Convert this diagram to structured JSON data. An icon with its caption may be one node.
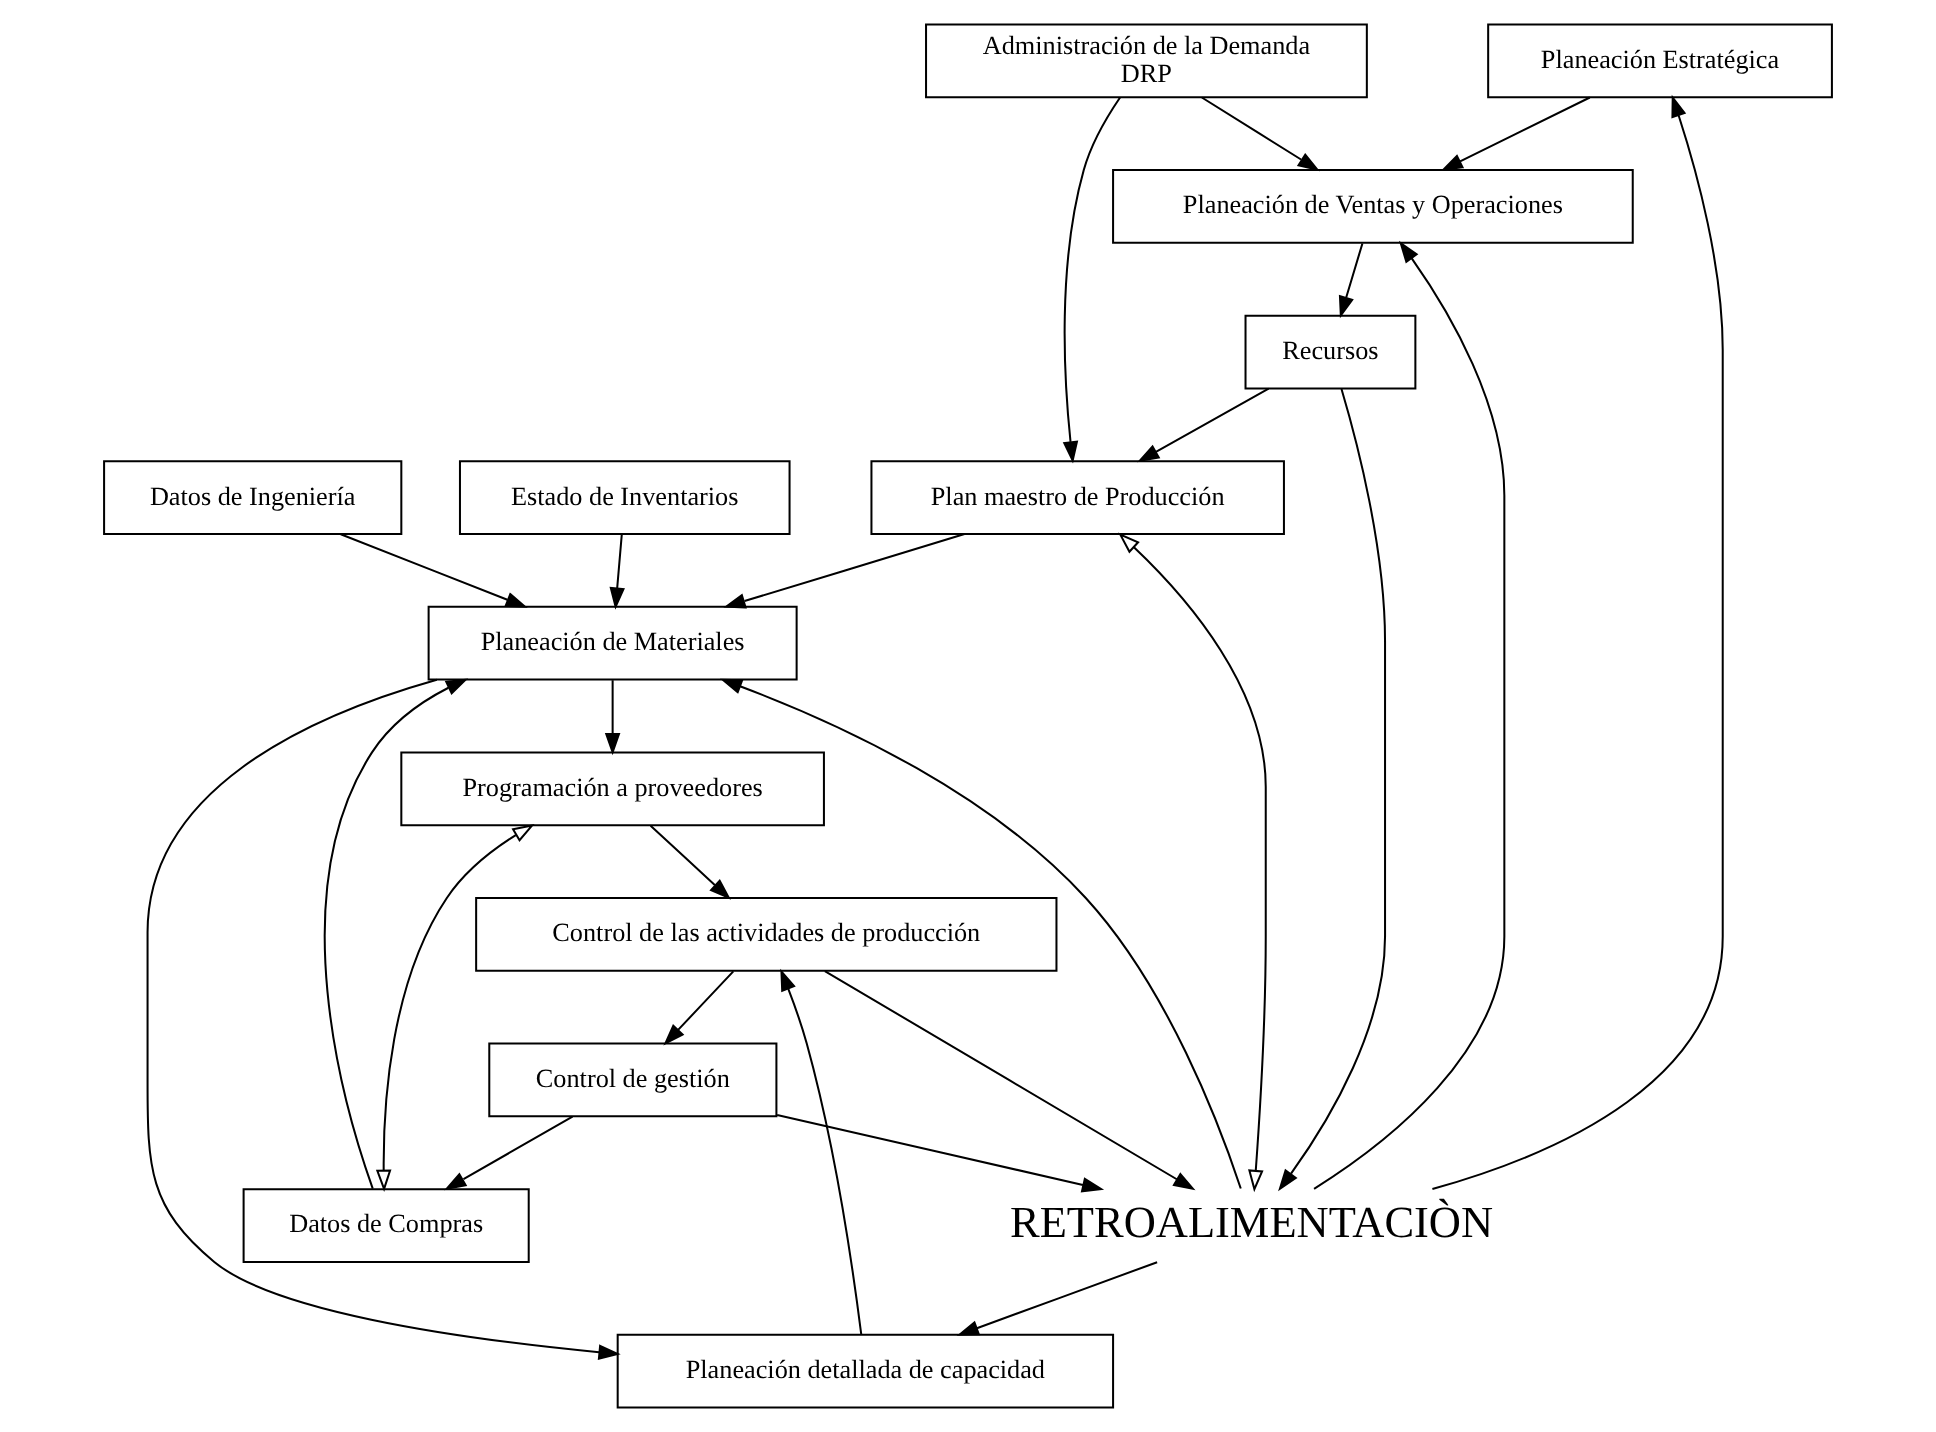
{
  "diagram": {
    "nodes": [
      {
        "text": [
          "Planeación Estratégica"
        ]
      },
      {
        "text": [
          "Administración de la Demanda",
          "DRP"
        ]
      },
      {
        "text": [
          "Planeación de Ventas y Operaciones"
        ]
      },
      {
        "text": [
          "Recursos"
        ]
      },
      {
        "text": [
          "Datos de Ingeniería"
        ]
      },
      {
        "text": [
          "Estado de Inventarios"
        ]
      },
      {
        "text": [
          "Plan maestro de Producción"
        ]
      },
      {
        "text": [
          "Planeación de Materiales"
        ]
      },
      {
        "text": [
          "Datos de Compras"
        ]
      },
      {
        "text": [
          "Programación a proveedores"
        ]
      },
      {
        "text": [
          "Planeación detallada de capacidad"
        ]
      },
      {
        "text": [
          "Control de las actividades de producción"
        ]
      },
      {
        "text": [
          "Control de gestión"
        ]
      },
      {
        "text": [
          "RETROALIMENTACIÒN"
        ]
      }
    ],
    "edges": [
      {
        "from": 0,
        "to": 2,
        "arrow": "to"
      },
      {
        "from": 1,
        "to": 2,
        "arrow": "to"
      },
      {
        "from": 1,
        "to": 6,
        "arrow": "to"
      },
      {
        "from": 2,
        "to": 3,
        "arrow": "to"
      },
      {
        "from": 3,
        "to": 6,
        "arrow": "to"
      },
      {
        "from": 3,
        "to": 13,
        "arrow": "to"
      },
      {
        "from": 13,
        "to": 0,
        "arrow": "to"
      },
      {
        "from": 13,
        "to": 2,
        "arrow": "to"
      },
      {
        "from": 6,
        "to": 7,
        "arrow": "to"
      },
      {
        "from": 6,
        "to": 13,
        "arrow": "both"
      },
      {
        "from": 4,
        "to": 7,
        "arrow": "to"
      },
      {
        "from": 5,
        "to": 7,
        "arrow": "to"
      },
      {
        "from": 8,
        "to": 7,
        "arrow": "to"
      },
      {
        "from": 13,
        "to": 7,
        "arrow": "to"
      },
      {
        "from": 7,
        "to": 9,
        "arrow": "to"
      },
      {
        "from": 7,
        "to": 10,
        "arrow": "to"
      },
      {
        "from": 13,
        "to": 10,
        "arrow": "to"
      },
      {
        "from": 8,
        "to": 9,
        "arrow": "both"
      },
      {
        "from": 9,
        "to": 11,
        "arrow": "to"
      },
      {
        "from": 10,
        "to": 11,
        "arrow": "to"
      },
      {
        "from": 11,
        "to": 13,
        "arrow": "to"
      },
      {
        "from": 11,
        "to": 12,
        "arrow": "to"
      },
      {
        "from": 12,
        "to": 13,
        "arrow": "to"
      },
      {
        "from": 12,
        "to": 8,
        "arrow": "to"
      }
    ]
  }
}
